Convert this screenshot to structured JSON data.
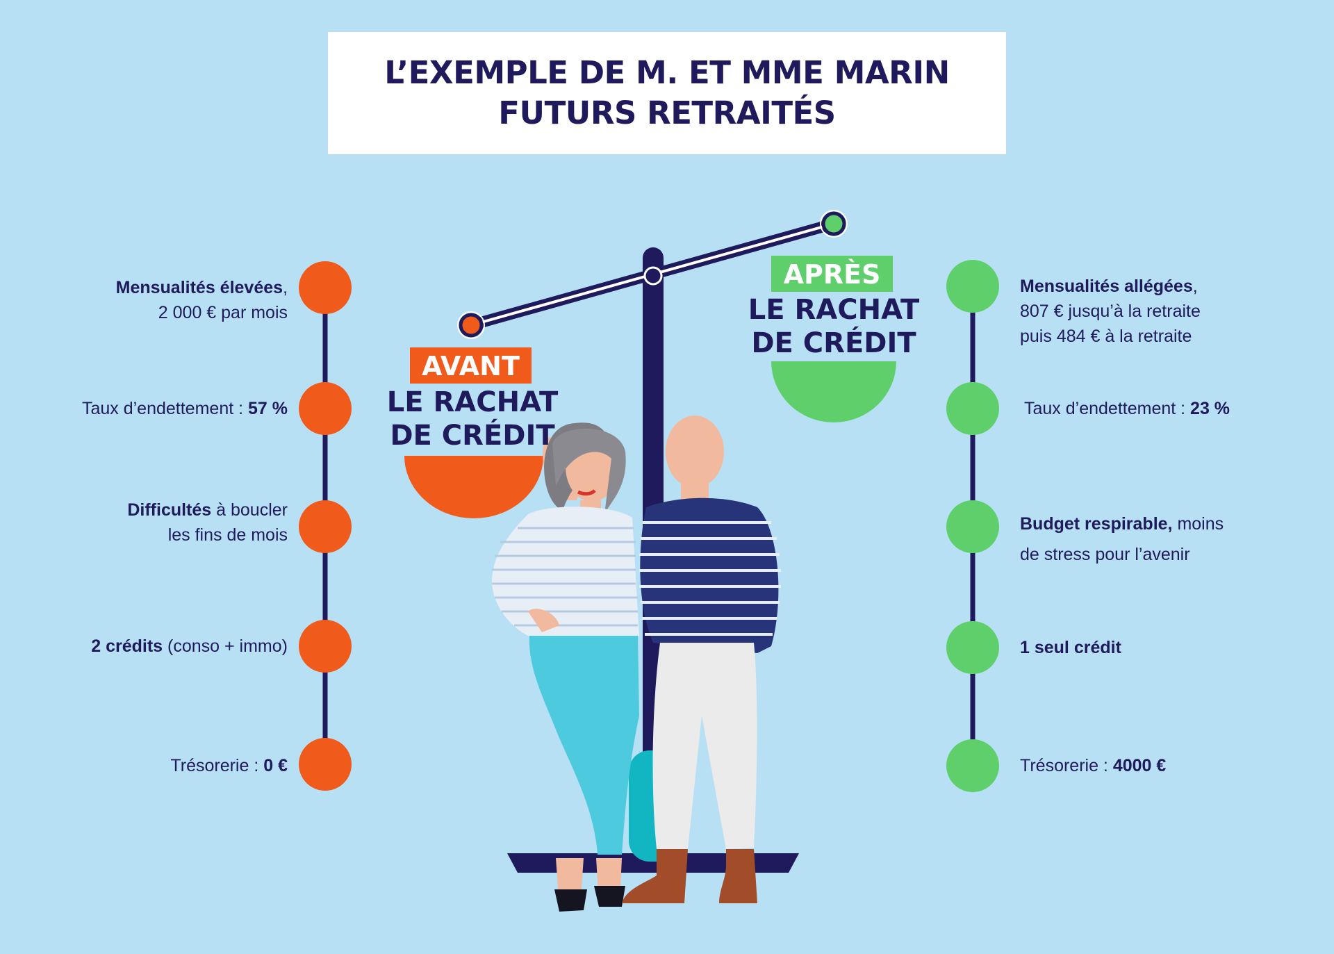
{
  "title": {
    "line1": "L’EXEMPLE DE M. ET MME MARIN",
    "line2": "FUTURS RETRAITÉS"
  },
  "before": {
    "tag": "AVANT",
    "sub_line1": "LE RACHAT",
    "sub_line2": "DE CRÉDIT",
    "color": "#f05a1a",
    "items": [
      {
        "bold": "Mensualités élevées",
        "text": ",",
        "line2": "2 000 € par mois"
      },
      {
        "text": "Taux d’endettement : ",
        "bold": "57 %"
      },
      {
        "bold": "Difficultés",
        "text": " à boucler",
        "line2": "les fins de mois"
      },
      {
        "bold": "2 crédits",
        "text": " (conso + immo)"
      },
      {
        "text": "Trésorerie : ",
        "bold": "0 €"
      }
    ]
  },
  "after": {
    "tag": "APRÈS",
    "sub_line1": "LE RACHAT",
    "sub_line2": "DE CRÉDIT",
    "color": "#5fcf6b",
    "items": [
      {
        "bold": "Mensualités allégées",
        "text": ",",
        "line2": "807 € jusqu’à la retraite",
        "line3": "puis 484 € à la retraite"
      },
      {
        "text": "Taux d’endettement : ",
        "bold": "23 %"
      },
      {
        "bold": "Budget respirable,",
        "text": " moins",
        "line2": "de stress pour l’avenir"
      },
      {
        "bold": "1 seul crédit"
      },
      {
        "text": "Trésorerie : ",
        "bold": "4000 €"
      }
    ]
  },
  "colors": {
    "background": "#b7e0f5",
    "navy": "#1f1a5c",
    "orange": "#f05a1a",
    "green": "#5fcf6b"
  },
  "icons": [
    "balance-scale-illustration",
    "couple-illustration"
  ]
}
